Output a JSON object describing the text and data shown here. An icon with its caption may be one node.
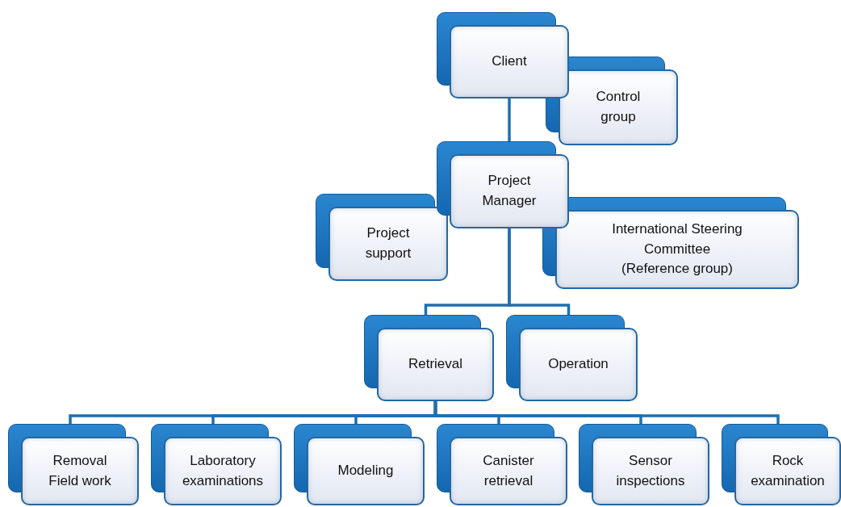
{
  "diagram": {
    "nodes": [
      {
        "text": [
          "Client"
        ]
      },
      {
        "text": [
          "Control group"
        ]
      },
      {
        "text": [
          "Project Manager"
        ]
      },
      {
        "text": [
          "Project support"
        ]
      },
      {
        "text": [
          "International Steering Committee (Reference group)"
        ]
      },
      {
        "text": [
          "Retrieval"
        ]
      },
      {
        "text": [
          "Operation"
        ]
      },
      {
        "text": [
          "Removal Field work"
        ]
      },
      {
        "text": [
          "Laboratory examinations"
        ]
      },
      {
        "text": [
          "Modeling"
        ]
      },
      {
        "text": [
          "Canister retrieval"
        ]
      },
      {
        "text": [
          "Sensor inspections"
        ]
      },
      {
        "text": [
          "Rock examination"
        ]
      }
    ],
    "edges": [
      {
        "from": 0,
        "to": 2,
        "arrow": "none"
      },
      {
        "from": 2,
        "to": 5,
        "arrow": "none"
      },
      {
        "from": 2,
        "to": 6,
        "arrow": "none"
      },
      {
        "from": 5,
        "to": 7,
        "arrow": "none"
      },
      {
        "from": 5,
        "to": 8,
        "arrow": "none"
      },
      {
        "from": 5,
        "to": 9,
        "arrow": "none"
      },
      {
        "from": 5,
        "to": 10,
        "arrow": "none"
      },
      {
        "from": 5,
        "to": 11,
        "arrow": "none"
      },
      {
        "from": 5,
        "to": 12,
        "arrow": "none"
      }
    ]
  }
}
